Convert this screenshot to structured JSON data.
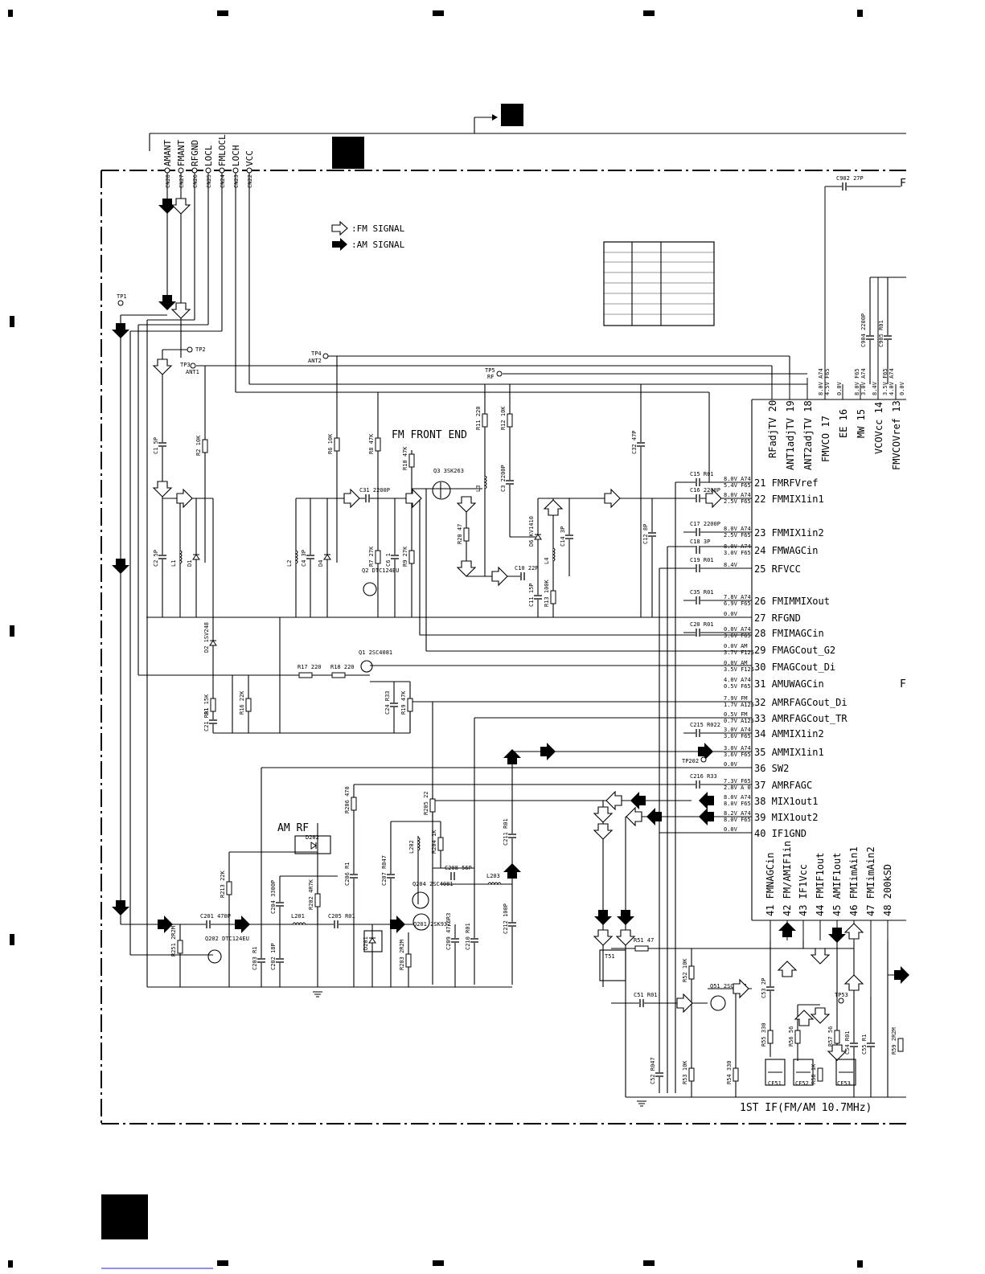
{
  "colors": {
    "ink": "#000000",
    "paper": "#ffffff"
  },
  "connector": {
    "signals": [
      "AMANT",
      "FMANT",
      "RFGND",
      "LOCL",
      "FMLOCL",
      "LOCH",
      "VCC"
    ],
    "pins": [
      "CN28",
      "CN27",
      "CN26",
      "CN25",
      "CN24",
      "CN23",
      "CN22"
    ]
  },
  "legend": {
    "fm": ":FM SIGNAL",
    "am": ":AM SIGNAL"
  },
  "sections": {
    "fm_front_end": "FM FRONT END",
    "am_rf": "AM RF",
    "first_if": "1ST IF(FM/AM 10.7MHz)"
  },
  "test_points": [
    {
      "name": "TP1",
      "label": ""
    },
    {
      "name": "TP2",
      "label": ""
    },
    {
      "name": "TP3",
      "label": "ANT1"
    },
    {
      "name": "TP4",
      "label": "ANT2"
    },
    {
      "name": "TP5",
      "label": "RF"
    },
    {
      "name": "TP202",
      "label": ""
    },
    {
      "name": "TP53",
      "label": ""
    }
  ],
  "ic": {
    "top_pins": [
      {
        "num": "20",
        "name": "RFadjTV"
      },
      {
        "num": "19",
        "name": "ANT1adjTV"
      },
      {
        "num": "18",
        "name": "ANT2adjTV"
      },
      {
        "num": "17",
        "name": "FMVCO"
      },
      {
        "num": "16",
        "name": "EE"
      },
      {
        "num": "15",
        "name": "MW"
      },
      {
        "num": "14",
        "name": "VCOVcc"
      },
      {
        "num": "13",
        "name": "FMVCOVref"
      }
    ],
    "right_pins": [
      {
        "num": "21",
        "name": "FMRFVref",
        "v1": "8.0V A74",
        "v2": "5.4V F65"
      },
      {
        "num": "22",
        "name": "FMMIX1in1",
        "v1": "8.0V A74",
        "v2": "2.5V F65"
      },
      {
        "num": "23",
        "name": "FMMIX1in2",
        "v1": "8.0V A74",
        "v2": "2.5V F65"
      },
      {
        "num": "24",
        "name": "FMWAGCin",
        "v1": "8.0V A74",
        "v2": "3.0V F65"
      },
      {
        "num": "25",
        "name": "RFVCC",
        "v1": "8.4V",
        "v2": ""
      },
      {
        "num": "26",
        "name": "FMIMMIXout",
        "v1": "7.8V A74",
        "v2": "6.9V F65"
      },
      {
        "num": "27",
        "name": "RFGND",
        "v1": "0.0V",
        "v2": ""
      },
      {
        "num": "28",
        "name": "FMIMAGCin",
        "v1": "0.0V A74",
        "v2": "3.6V F65"
      },
      {
        "num": "29",
        "name": "FMAGCout_G2",
        "v1": "0.0V AM",
        "v2": "3.7V F125"
      },
      {
        "num": "30",
        "name": "FMAGCout_Di",
        "v1": "0.0V AM",
        "v2": "3.5V F125"
      },
      {
        "num": "31",
        "name": "AMUWAGCin",
        "v1": "4.0V A74",
        "v2": "0.5V F65"
      },
      {
        "num": "32",
        "name": "AMRFAGCout_Di",
        "v1": "7.9V FM",
        "v2": "1.7V A125"
      },
      {
        "num": "33",
        "name": "AMRFAGCout_TR",
        "v1": "0.5V FM",
        "v2": "0.7V A125"
      },
      {
        "num": "34",
        "name": "AMMIX1in2",
        "v1": "3.0V A74",
        "v2": "3.6V F65"
      },
      {
        "num": "35",
        "name": "AMMIX1in1",
        "v1": "3.0V A74",
        "v2": "3.6V F65"
      },
      {
        "num": "36",
        "name": "SW2",
        "v1": "0.0V",
        "v2": ""
      },
      {
        "num": "37",
        "name": "AMRFAGC",
        "v1": "7.3V F65",
        "v2": "2.8V A 0"
      },
      {
        "num": "38",
        "name": "MIX1out1",
        "v1": "8.0V A74",
        "v2": "8.0V F65"
      },
      {
        "num": "39",
        "name": "MIX1out2",
        "v1": "8.2V A74",
        "v2": "8.0V F65"
      },
      {
        "num": "40",
        "name": "IF1GND",
        "v1": "0.0V",
        "v2": ""
      }
    ],
    "bottom_pins": [
      {
        "num": "41",
        "name": "FMNAGCin"
      },
      {
        "num": "42",
        "name": "FM/AMIF1in"
      },
      {
        "num": "43",
        "name": "IF1Vcc"
      },
      {
        "num": "44",
        "name": "FMIF1out"
      },
      {
        "num": "45",
        "name": "AMIF1out"
      },
      {
        "num": "46",
        "name": "FMIimAin1"
      },
      {
        "num": "47",
        "name": "FMIimAin2"
      },
      {
        "num": "48",
        "name": "200kSD"
      }
    ]
  },
  "parts": [
    {
      "ref": "C1",
      "val": "5P"
    },
    {
      "ref": "R2",
      "val": "10K"
    },
    {
      "ref": "C2",
      "val": "5P"
    },
    {
      "ref": "L1",
      "val": ""
    },
    {
      "ref": "D1",
      "val": ""
    },
    {
      "ref": "D2",
      "val": "1SV248"
    },
    {
      "ref": "R1",
      "val": "15K"
    },
    {
      "ref": "C21",
      "val": "R01"
    },
    {
      "ref": "R16",
      "val": "22K"
    },
    {
      "ref": "R17",
      "val": "220"
    },
    {
      "ref": "R18",
      "val": "220"
    },
    {
      "ref": "Q1",
      "val": "2SC4081"
    },
    {
      "ref": "C24",
      "val": "R33"
    },
    {
      "ref": "R19",
      "val": "47K"
    },
    {
      "ref": "R6",
      "val": "10K"
    },
    {
      "ref": "L2",
      "val": ""
    },
    {
      "ref": "C4",
      "val": "3P"
    },
    {
      "ref": "D4",
      "val": ""
    },
    {
      "ref": "R8",
      "val": "47K"
    },
    {
      "ref": "C31",
      "val": "2200P"
    },
    {
      "ref": "R7",
      "val": "27K"
    },
    {
      "ref": "C6",
      "val": "1"
    },
    {
      "ref": "Q2",
      "val": "DTC124EU"
    },
    {
      "ref": "R10",
      "val": "47K"
    },
    {
      "ref": "R9",
      "val": "27K"
    },
    {
      "ref": "Q3",
      "val": "3SK263"
    },
    {
      "ref": "R11",
      "val": "220"
    },
    {
      "ref": "R12",
      "val": "10K"
    },
    {
      "ref": "L3",
      "val": ""
    },
    {
      "ref": "C3",
      "val": "2200P"
    },
    {
      "ref": "R20",
      "val": "47"
    },
    {
      "ref": "C10",
      "val": "22P"
    },
    {
      "ref": "D6",
      "val": "KV1410"
    },
    {
      "ref": "L4",
      "val": ""
    },
    {
      "ref": "C14",
      "val": "3P"
    },
    {
      "ref": "C11",
      "val": "15P"
    },
    {
      "ref": "R13",
      "val": "100K"
    },
    {
      "ref": "C32",
      "val": "47P"
    },
    {
      "ref": "C12",
      "val": "8P"
    },
    {
      "ref": "C15",
      "val": "R01"
    },
    {
      "ref": "C16",
      "val": "2200P"
    },
    {
      "ref": "C17",
      "val": "2200P"
    },
    {
      "ref": "C18",
      "val": "3P"
    },
    {
      "ref": "C19",
      "val": "R01"
    },
    {
      "ref": "C35",
      "val": "R01"
    },
    {
      "ref": "C20",
      "val": "R01"
    },
    {
      "ref": "C215",
      "val": "R022"
    },
    {
      "ref": "C216",
      "val": "R33"
    },
    {
      "ref": "R206",
      "val": "470"
    },
    {
      "ref": "R205",
      "val": "22"
    },
    {
      "ref": "L202",
      "val": ""
    },
    {
      "ref": "R204",
      "val": "1K"
    },
    {
      "ref": "D202",
      "val": ""
    },
    {
      "ref": "R213",
      "val": "22K"
    },
    {
      "ref": "C204",
      "val": "3300P"
    },
    {
      "ref": "R202",
      "val": "4R7K"
    },
    {
      "ref": "C206",
      "val": "R1"
    },
    {
      "ref": "C207",
      "val": "R047"
    },
    {
      "ref": "C208",
      "val": "56P"
    },
    {
      "ref": "L203",
      "val": ""
    },
    {
      "ref": "Q204",
      "val": "2SC4081"
    },
    {
      "ref": "C211",
      "val": "R01"
    },
    {
      "ref": "C201",
      "val": "470P"
    },
    {
      "ref": "L201",
      "val": ""
    },
    {
      "ref": "C205",
      "val": "R01"
    },
    {
      "ref": "Q201",
      "val": "2SK932"
    },
    {
      "ref": "R251",
      "val": "2R2M"
    },
    {
      "ref": "Q202",
      "val": "DTC124EU"
    },
    {
      "ref": "C203",
      "val": "R1"
    },
    {
      "ref": "C202",
      "val": "18P"
    },
    {
      "ref": "D201",
      "val": ""
    },
    {
      "ref": "R203",
      "val": "2R2M"
    },
    {
      "ref": "C209",
      "val": "47/6R3"
    },
    {
      "ref": "C210",
      "val": "R01"
    },
    {
      "ref": "C212",
      "val": "100P"
    },
    {
      "ref": "T51",
      "val": ""
    },
    {
      "ref": "R51",
      "val": "47"
    },
    {
      "ref": "C51",
      "val": "R01"
    },
    {
      "ref": "R52",
      "val": "10K"
    },
    {
      "ref": "Q51",
      "val": "2SC4081"
    },
    {
      "ref": "C53",
      "val": "2P"
    },
    {
      "ref": "R55",
      "val": "330"
    },
    {
      "ref": "R56",
      "val": "56"
    },
    {
      "ref": "R57",
      "val": "56"
    },
    {
      "ref": "R54",
      "val": "330"
    },
    {
      "ref": "R53",
      "val": "10K"
    },
    {
      "ref": "C52",
      "val": "R047"
    },
    {
      "ref": "R58",
      "val": "1K"
    },
    {
      "ref": "C54",
      "val": "R01"
    },
    {
      "ref": "C55",
      "val": "R1"
    },
    {
      "ref": "R59",
      "val": "2R2M"
    },
    {
      "ref": "CF51",
      "val": ""
    },
    {
      "ref": "CF52",
      "val": ""
    },
    {
      "ref": "CF53",
      "val": ""
    },
    {
      "ref": "C902",
      "val": "27P"
    },
    {
      "ref": "C904",
      "val": "2200P"
    },
    {
      "ref": "C905",
      "val": "R01"
    }
  ],
  "edge_markers": [
    "F",
    "F"
  ]
}
